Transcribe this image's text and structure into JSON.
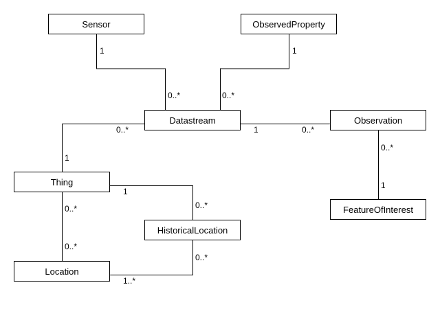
{
  "classes": {
    "sensor": "Sensor",
    "observed_property": "ObservedProperty",
    "datastream": "Datastream",
    "observation": "Observation",
    "thing": "Thing",
    "feature_of_interest": "FeatureOfInterest",
    "historical_location": "HistoricalLocation",
    "location": "Location"
  },
  "associations": {
    "sensor_datastream": {
      "sensor_end": "1",
      "datastream_end": "0..*"
    },
    "observed_property_datastream": {
      "observed_property_end": "1",
      "datastream_end": "0..*"
    },
    "datastream_observation": {
      "datastream_end": "1",
      "observation_end": "0..*"
    },
    "observation_feature": {
      "observation_end": "0..*",
      "feature_end": "1"
    },
    "datastream_thing": {
      "datastream_end": "0..*",
      "thing_end": "1"
    },
    "thing_historical_location": {
      "thing_end": "1",
      "historical_location_end": "0..*"
    },
    "thing_location": {
      "thing_end": "0..*",
      "location_end": "0..*"
    },
    "location_historical_location": {
      "historical_location_end": "0..*",
      "location_end": "1..*"
    }
  }
}
